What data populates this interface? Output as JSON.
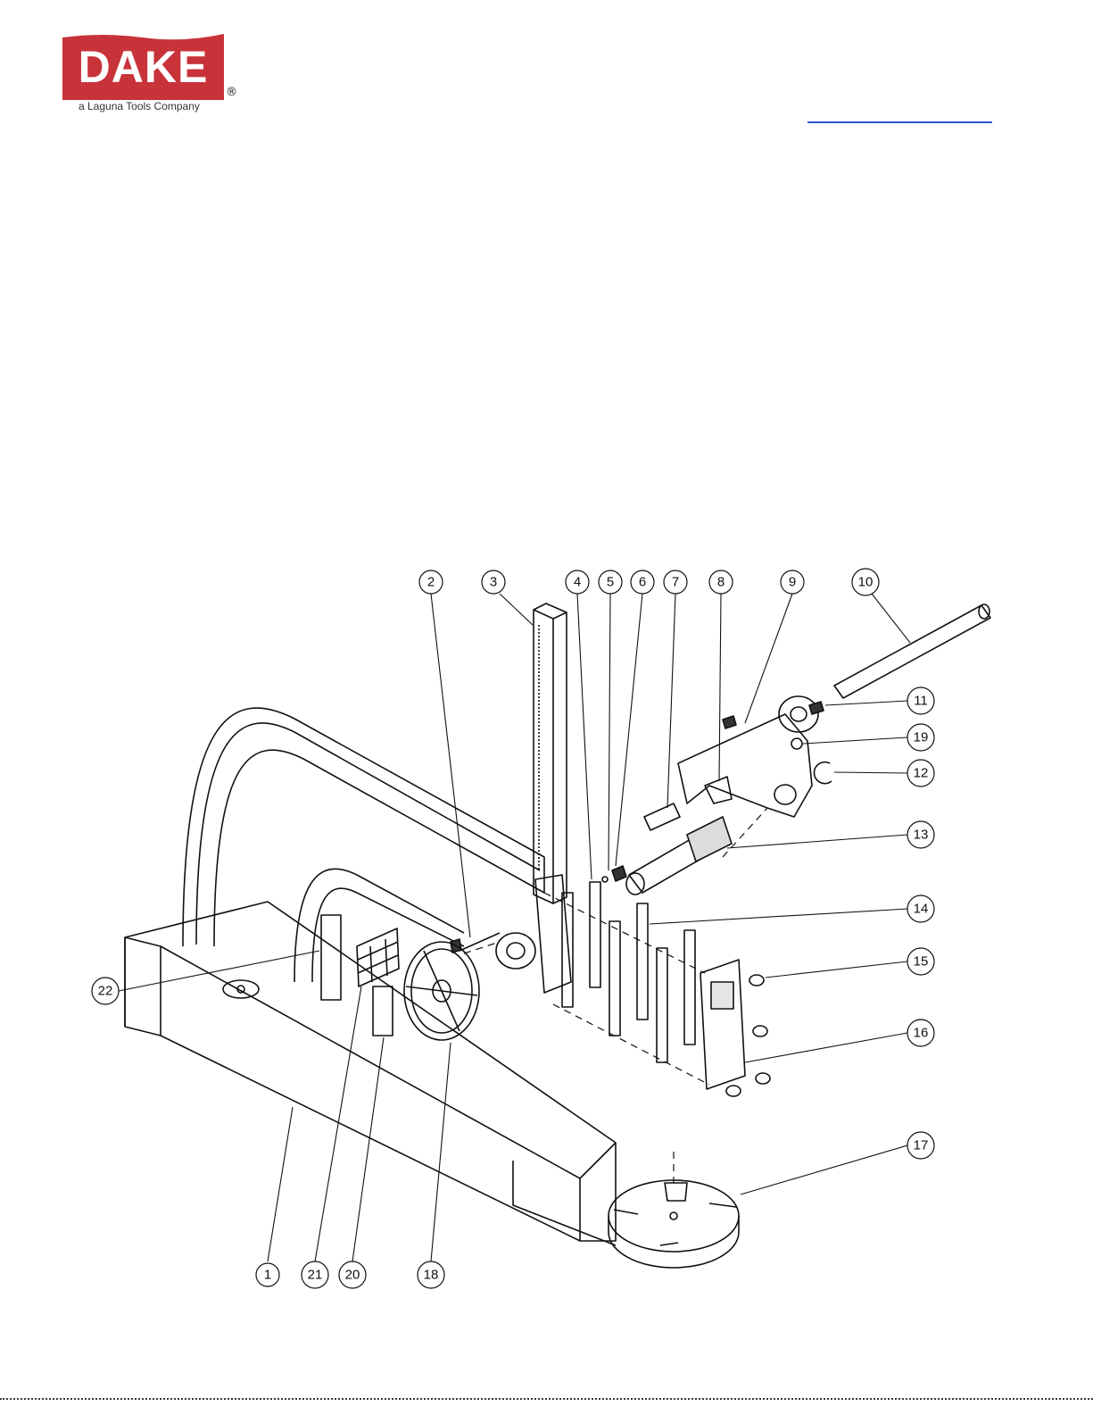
{
  "header": {
    "brand": "DAKE",
    "registered_mark": "®",
    "tagline": "a Laguna Tools Company",
    "brand_color": "#c8333a"
  },
  "drawing": {
    "callouts": [
      "1",
      "2",
      "3",
      "4",
      "5",
      "6",
      "7",
      "8",
      "9",
      "10",
      "11",
      "12",
      "13",
      "14",
      "15",
      "16",
      "17",
      "18",
      "19",
      "20",
      "21",
      "22"
    ]
  }
}
